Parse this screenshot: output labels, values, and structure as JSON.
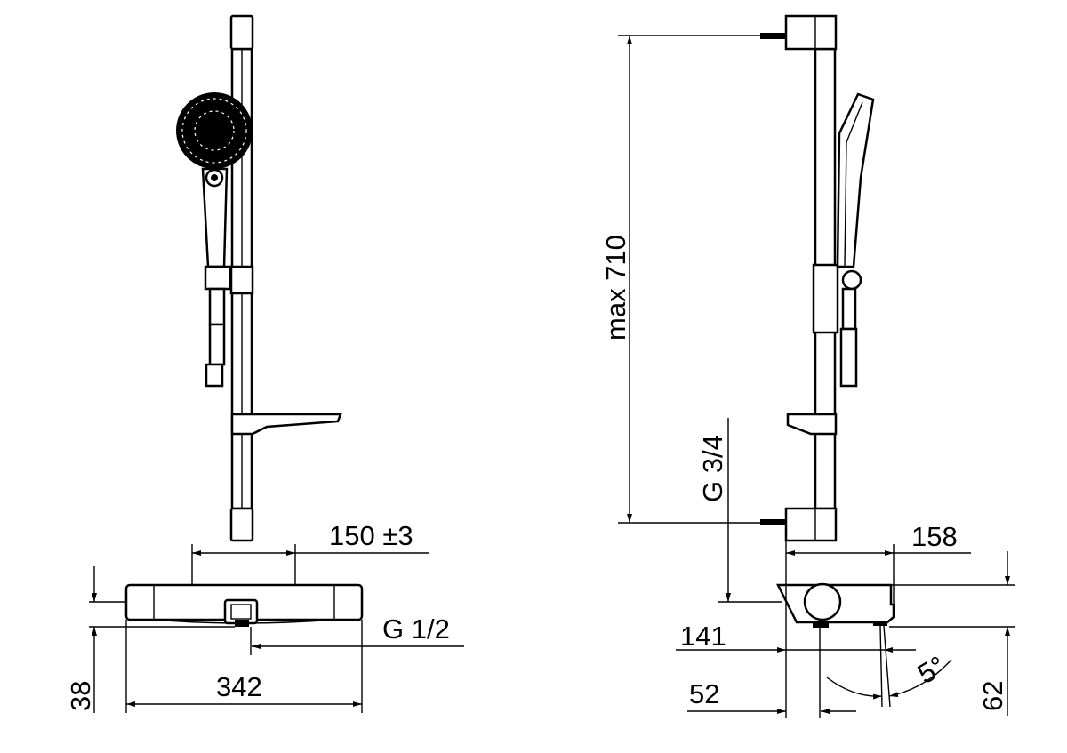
{
  "front_view": {
    "dim_spacing": "150 ±3",
    "dim_thread": "G 1/2",
    "dim_width": "342",
    "dim_height": "38"
  },
  "side_view": {
    "dim_rail_height": "max 710",
    "dim_inlet": "G 3/4",
    "dim_projection": "158",
    "dim_depth": "141",
    "dim_offset": "52",
    "dim_angle": "5°",
    "dim_height": "62"
  },
  "colors": {
    "line": "#000000",
    "background": "#ffffff"
  }
}
